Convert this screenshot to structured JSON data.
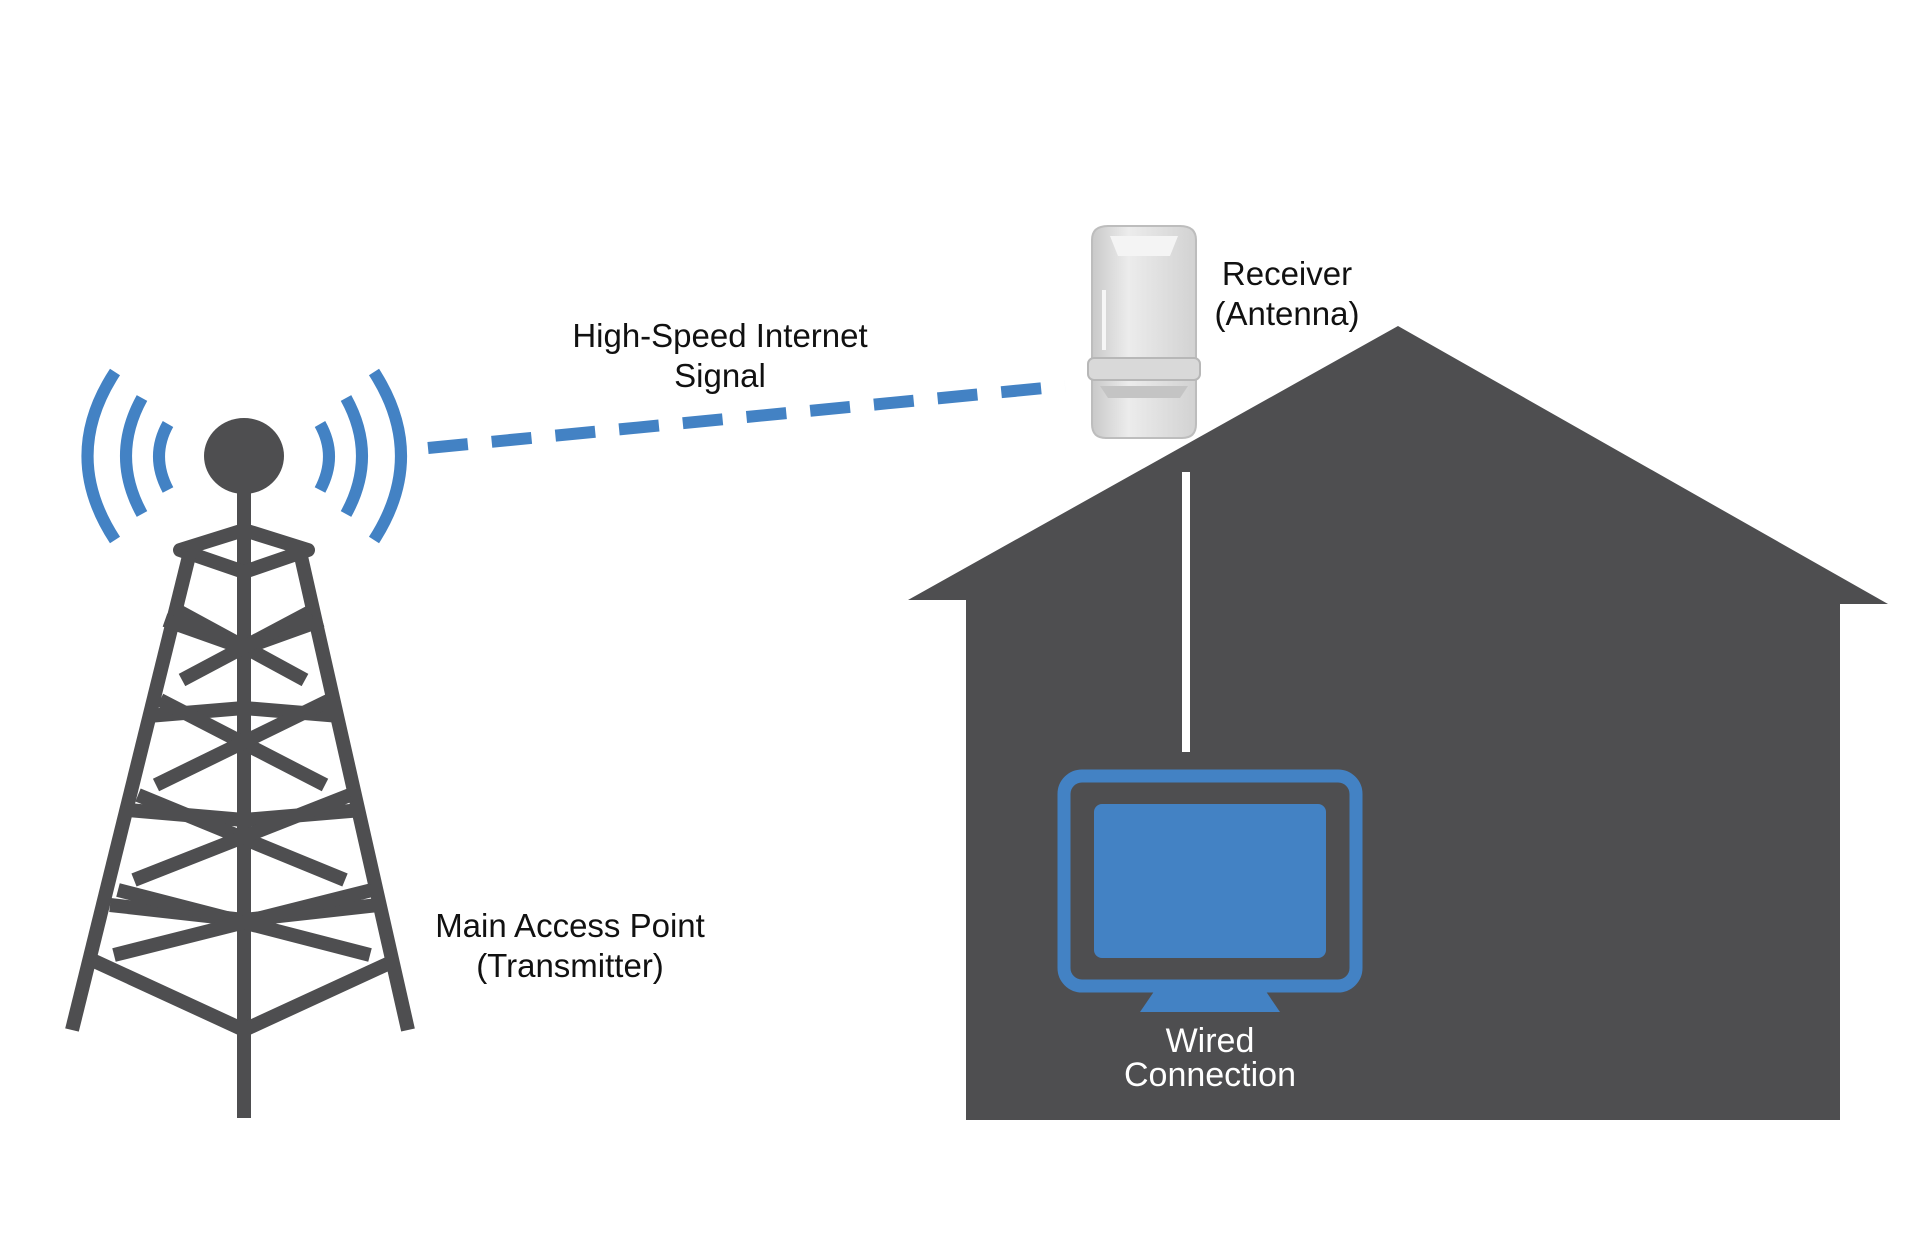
{
  "labels": {
    "signal": {
      "line1": "High-Speed Internet",
      "line2": "Signal"
    },
    "receiver": {
      "line1": "Receiver",
      "line2": "(Antenna)"
    },
    "transmitter": {
      "line1": "Main Access Point",
      "line2": "(Transmitter)"
    },
    "wired": {
      "line1": "Wired",
      "line2": "Connection"
    }
  },
  "colors": {
    "signal_blue": "#4382c4",
    "tower_gray": "#4e4e50",
    "house_gray": "#4e4e50",
    "antenna_body": "#dcdcdc",
    "background": "#ffffff"
  },
  "icons": [
    "tower-icon",
    "radio-waves-icon",
    "antenna-receiver-icon",
    "house-icon",
    "monitor-icon"
  ]
}
